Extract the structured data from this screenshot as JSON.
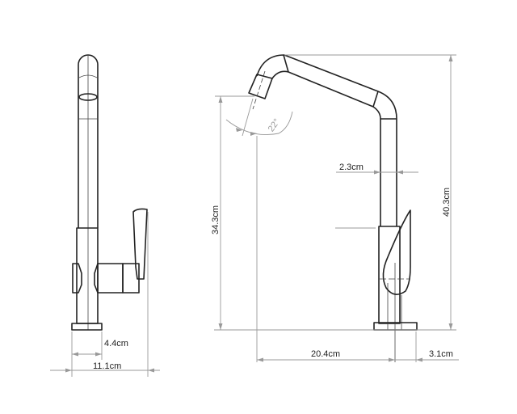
{
  "drawing": {
    "title": "Kitchen faucet dimension drawing",
    "dimensions": {
      "base_width": "4.4cm",
      "side_total_width": "11.1cm",
      "spout_height": "34.3cm",
      "total_height": "40.3cm",
      "pipe_diameter": "2.3cm",
      "spout_reach": "20.4cm",
      "base_offset": "3.1cm",
      "spout_angle": "22°"
    }
  }
}
